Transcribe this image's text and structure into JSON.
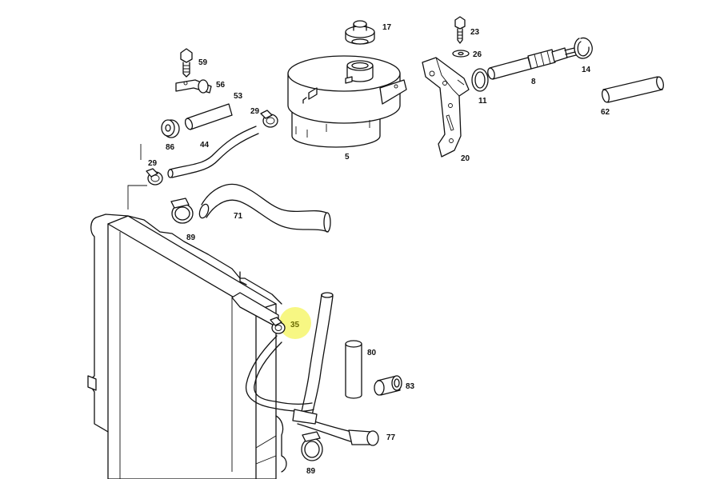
{
  "diagram": {
    "highlight_color": "#f4f45a",
    "highlighted_part": "35",
    "labels": {
      "p17": "17",
      "p23": "23",
      "p26": "26",
      "p59": "59",
      "p56": "56",
      "p53": "53",
      "p29a": "29",
      "p86": "86",
      "p44": "44",
      "p5": "5",
      "p11": "11",
      "p8": "8",
      "p14": "14",
      "p62": "62",
      "p20": "20",
      "p29b": "29",
      "p71": "71",
      "p89a": "89",
      "p35": "35",
      "p80": "80",
      "p83": "83",
      "p77": "77",
      "p89b": "89"
    }
  }
}
